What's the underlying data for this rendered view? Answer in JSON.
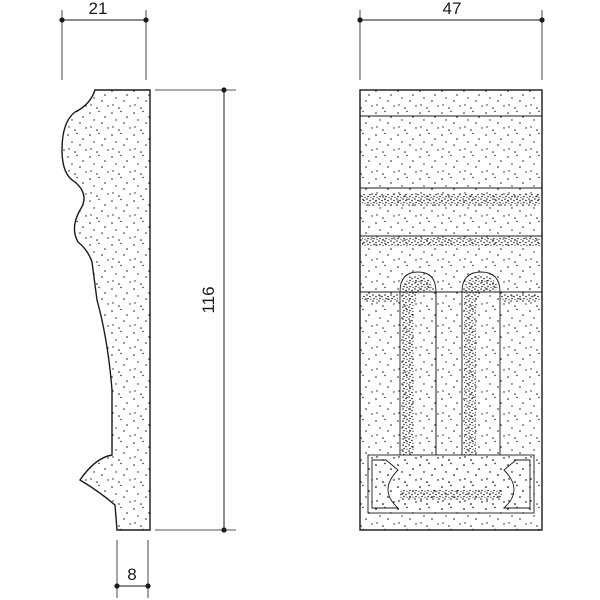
{
  "dimensions": {
    "profile_width": "21",
    "front_width": "47",
    "height": "116",
    "base_depth": "8"
  },
  "colors": {
    "ink": "#1a1a1a",
    "paper": "#ffffff"
  }
}
